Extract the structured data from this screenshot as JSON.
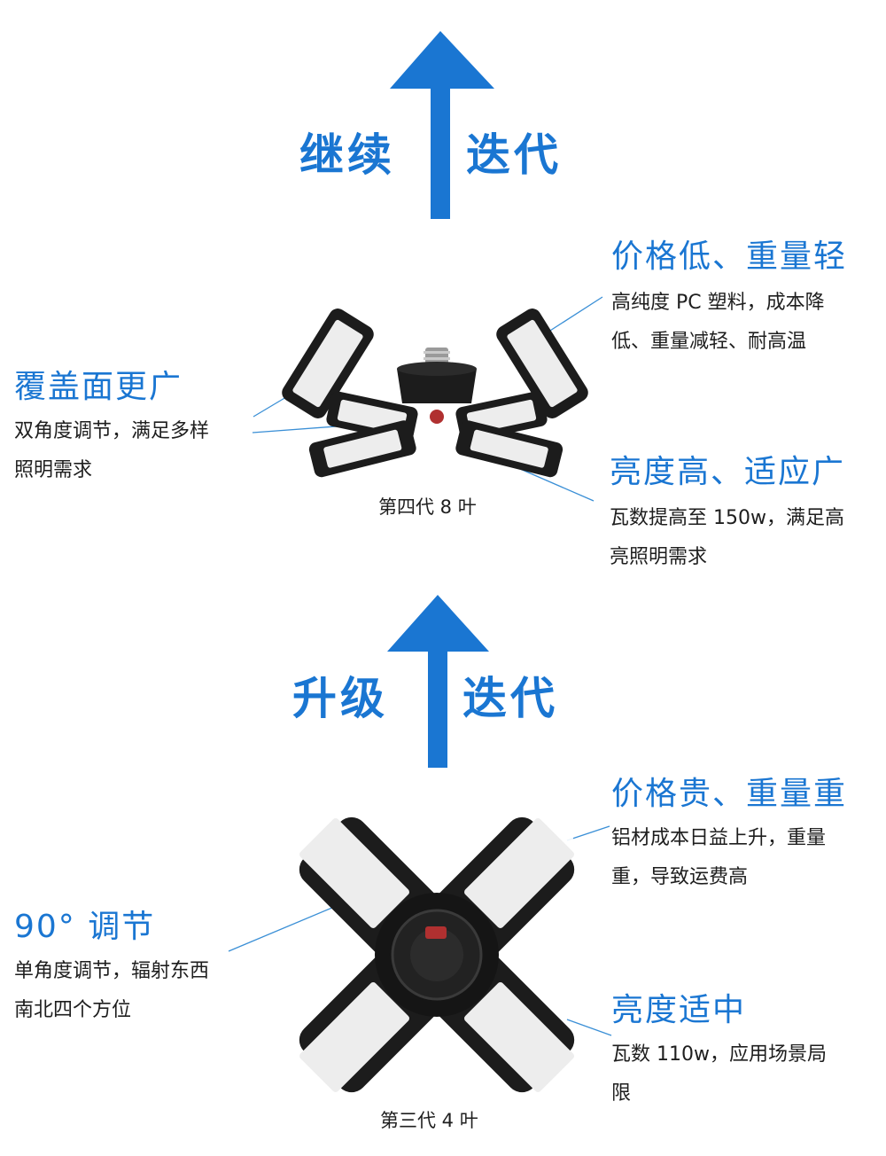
{
  "colors": {
    "accent": "#1a76d2",
    "text": "#1e1e1e",
    "leader": "#3a8fd6",
    "lamp_body": "#1c1c1c",
    "lamp_panel": "#ededed"
  },
  "top_banner": {
    "left": "继续",
    "right": "迭代",
    "icon": "arrow-up-icon"
  },
  "gen4": {
    "caption": "第四代 8 叶",
    "features": {
      "price": {
        "title": "价格低、重量轻",
        "lines": [
          "高纯度 PC 塑料，成本降",
          "低、重量减轻、耐高温"
        ]
      },
      "coverage": {
        "title": "覆盖面更广",
        "lines": [
          "双角度调节，满足多样",
          "照明需求"
        ]
      },
      "brightness": {
        "title": "亮度高、适应广",
        "lines": [
          "瓦数提高至 150w，满足高",
          "亮照明需求"
        ]
      }
    }
  },
  "mid_banner": {
    "left": "升级",
    "right": "迭代",
    "icon": "arrow-up-icon"
  },
  "gen3": {
    "caption": "第三代 4 叶",
    "features": {
      "price": {
        "title": "价格贵、重量重",
        "lines": [
          "铝材成本日益上升，重量",
          "重，导致运费高"
        ]
      },
      "adjust": {
        "title": "90°  调节",
        "lines": [
          "单角度调节，辐射东西",
          "南北四个方位"
        ]
      },
      "brightness": {
        "title": "亮度适中",
        "lines": [
          "瓦数 110w，应用场景局",
          "限"
        ]
      }
    }
  }
}
